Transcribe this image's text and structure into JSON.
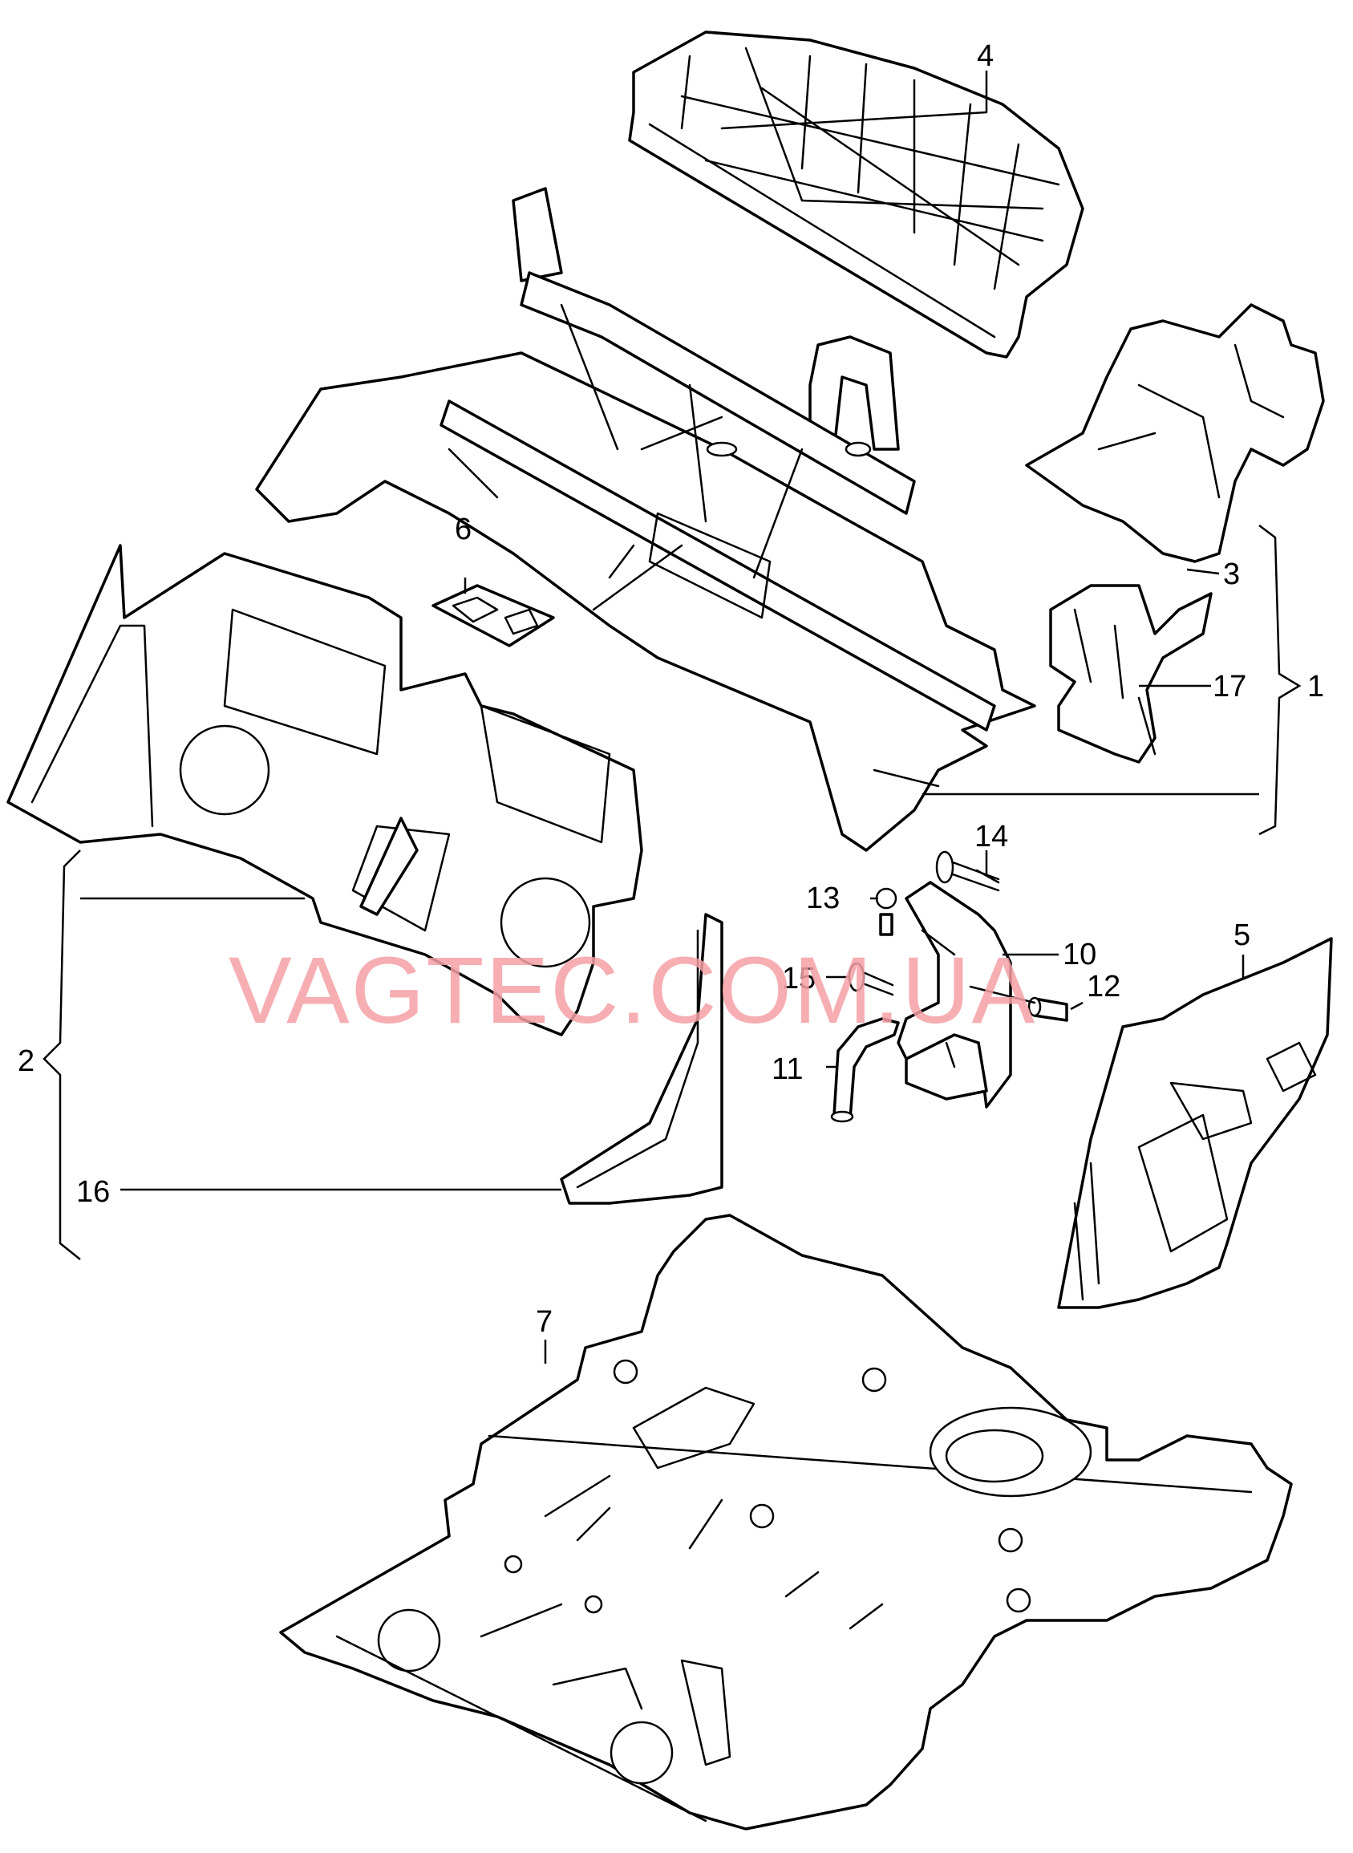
{
  "watermark": {
    "text": "VAGTEC.COM.UA",
    "color": "#f4a0a6"
  },
  "callouts": {
    "c1": "1",
    "c2": "2",
    "c3": "3",
    "c4": "4",
    "c5": "5",
    "c6": "6",
    "c7": "7",
    "c10": "10",
    "c11": "11",
    "c12": "12",
    "c13": "13",
    "c14": "14",
    "c15": "15",
    "c16": "16",
    "c17": "17"
  }
}
